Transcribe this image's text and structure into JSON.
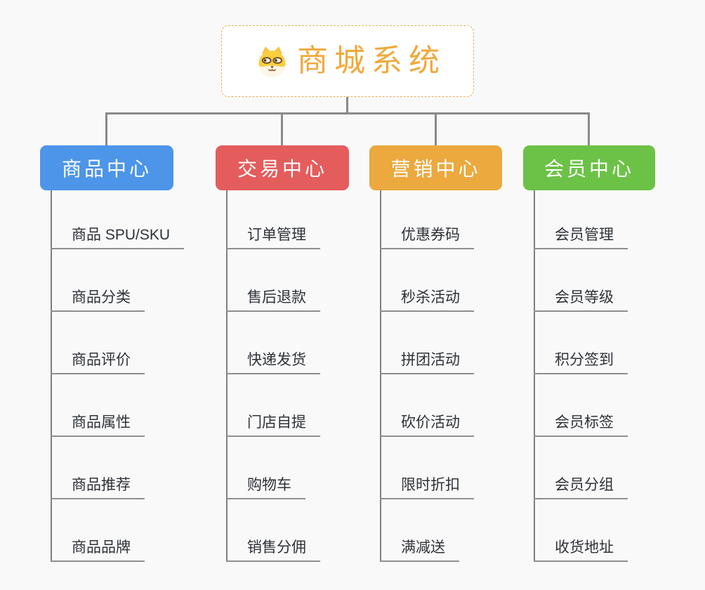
{
  "root": {
    "title": "商城系统",
    "icon": "shiba-dog-icon",
    "border_color": "#E9AE55",
    "title_color": "#F0A93C"
  },
  "connector_color": "#8A8A8A",
  "branches": [
    {
      "label": "商品中心",
      "color": "#4D95E8",
      "items": [
        "商品 SPU/SKU",
        "商品分类",
        "商品评价",
        "商品属性",
        "商品推荐",
        "商品品牌"
      ]
    },
    {
      "label": "交易中心",
      "color": "#E55C5C",
      "items": [
        "订单管理",
        "售后退款",
        "快递发货",
        "门店自提",
        "购物车",
        "销售分佣"
      ]
    },
    {
      "label": "营销中心",
      "color": "#EBA93E",
      "items": [
        "优惠券码",
        "秒杀活动",
        "拼团活动",
        "砍价活动",
        "限时折扣",
        "满减送"
      ]
    },
    {
      "label": "会员中心",
      "color": "#6CC247",
      "items": [
        "会员管理",
        "会员等级",
        "积分签到",
        "会员标签",
        "会员分组",
        "收货地址"
      ]
    }
  ]
}
